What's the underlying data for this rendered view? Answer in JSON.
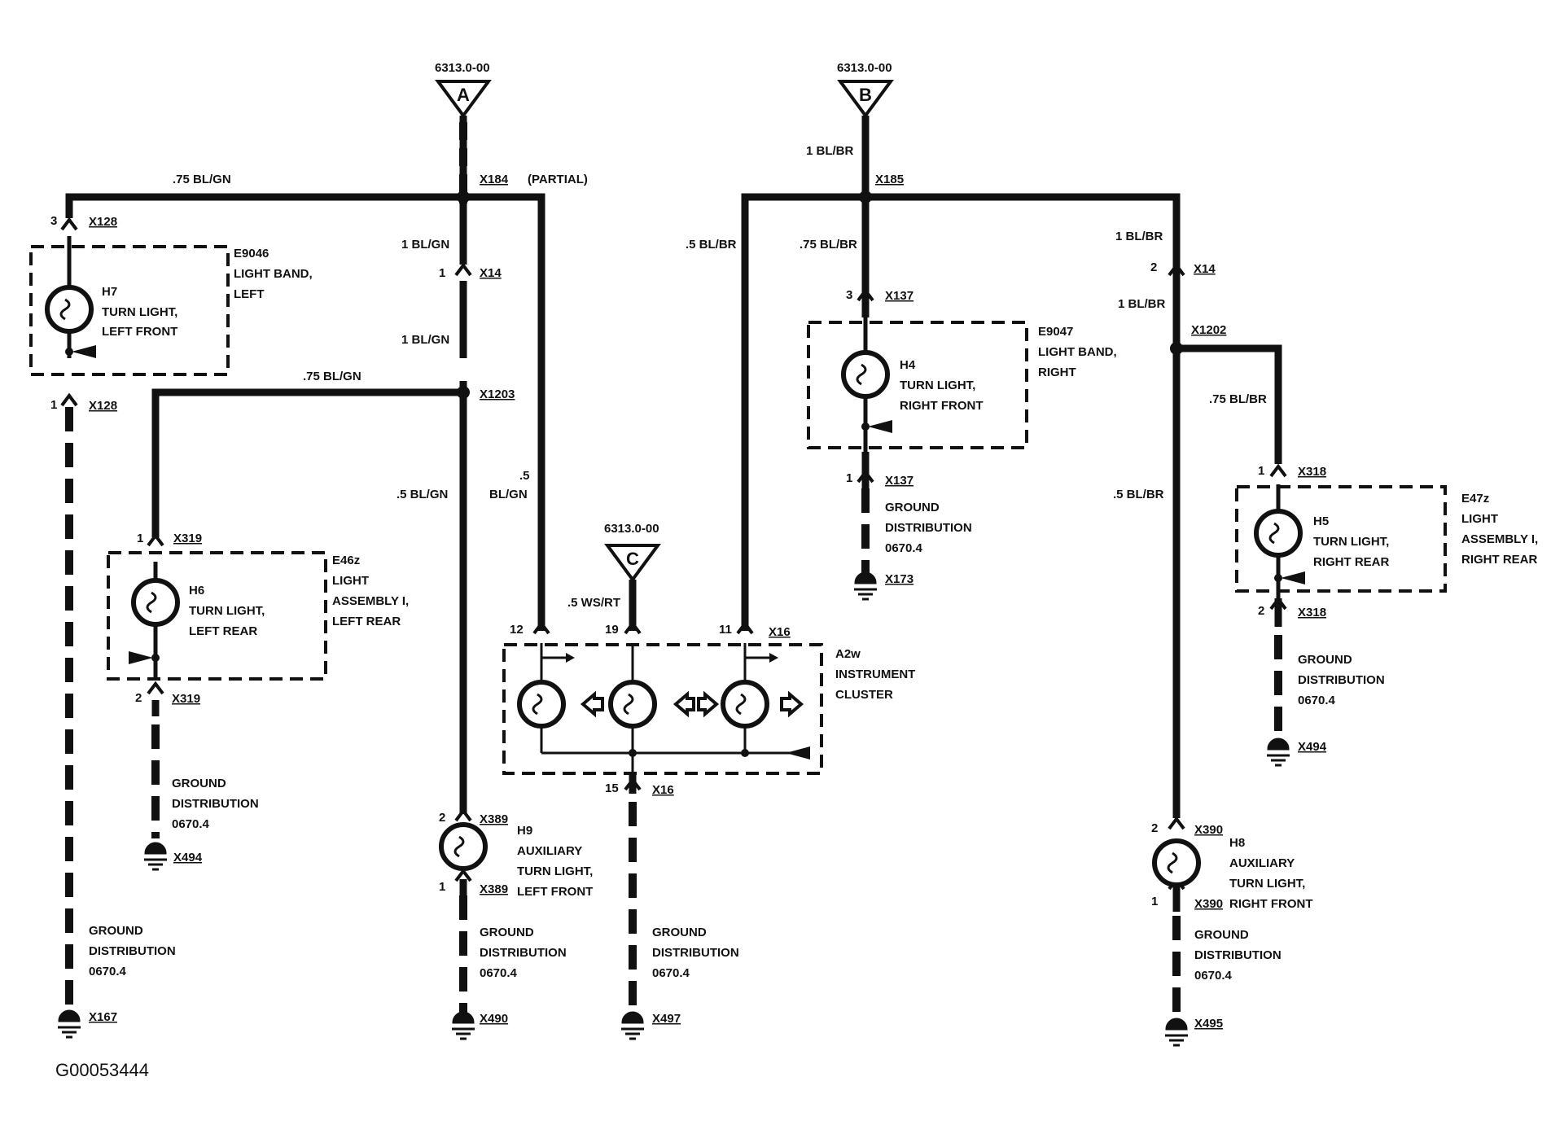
{
  "refs": {
    "a": {
      "code": "6313.0-00",
      "letter": "A"
    },
    "b": {
      "code": "6313.0-00",
      "letter": "B"
    },
    "c": {
      "code": "6313.0-00",
      "letter": "C"
    }
  },
  "wires": {
    "left_top": ".75 BL/GN",
    "a_main_upper": "1 BL/GN",
    "a_main_mid": "1 BL/GN",
    "left_rear": ".75 BL/GN",
    "a_main_lower": ".5 BL/GN",
    "a_to_cluster_top": ".5",
    "a_to_cluster_bot": "BL/GN",
    "b_top": "1 BL/BR",
    "b_to_cluster": ".5 BL/BR",
    "b_to_h4": ".75 BL/BR",
    "b_right_upper": "1 BL/BR",
    "b_right_mid": "1 BL/BR",
    "b_right_lower": ".5 BL/BR",
    "right_rear": ".75 BL/BR",
    "c_wire": ".5 WS/RT"
  },
  "connectors": {
    "x184": "X184",
    "partial": "(PARTIAL)",
    "x128_top": "X128",
    "x128_bot": "X128",
    "x14_left": "X14",
    "x14_right": "X14",
    "x1203": "X1203",
    "x319_top": "X319",
    "x319_bot": "X319",
    "x185": "X185",
    "x137_top": "X137",
    "x137_bot": "X137",
    "x1202": "X1202",
    "x318_top": "X318",
    "x318_bot": "X318",
    "x16_top": "X16",
    "x16_bot": "X16",
    "x389_top": "X389",
    "x389_bot": "X389",
    "x390_top": "X390",
    "x390_bot": "X390",
    "x167": "X167",
    "x494_left": "X494",
    "x490": "X490",
    "x497": "X497",
    "x173": "X173",
    "x494_right": "X494",
    "x495": "X495"
  },
  "pins": {
    "p3_x128": "3",
    "p1_x128": "1",
    "p1_x14": "1",
    "p2_x14": "2",
    "p1_x319": "1",
    "p2_x319": "2",
    "p3_x137": "3",
    "p1_x137": "1",
    "p1_x318": "1",
    "p2_x318": "2",
    "p12": "12",
    "p19": "19",
    "p11": "11",
    "p15": "15",
    "p2_x389": "2",
    "p1_x389": "1",
    "p2_x390": "2",
    "p1_x390": "1"
  },
  "components": {
    "e9046": {
      "code": "E9046",
      "l1": "LIGHT BAND,",
      "l2": "LEFT"
    },
    "h7": {
      "code": "H7",
      "l1": "TURN LIGHT,",
      "l2": "LEFT FRONT"
    },
    "e46z": {
      "code": "E46z",
      "l1": "LIGHT",
      "l2": "ASSEMBLY I,",
      "l3": "LEFT REAR"
    },
    "h6": {
      "code": "H6",
      "l1": "TURN LIGHT,",
      "l2": "LEFT REAR"
    },
    "e9047": {
      "code": "E9047",
      "l1": "LIGHT BAND,",
      "l2": "RIGHT"
    },
    "h4": {
      "code": "H4",
      "l1": "TURN LIGHT,",
      "l2": "RIGHT FRONT"
    },
    "e47z": {
      "code": "E47z",
      "l1": "LIGHT",
      "l2": "ASSEMBLY I,",
      "l3": "RIGHT REAR"
    },
    "h5": {
      "code": "H5",
      "l1": "TURN LIGHT,",
      "l2": "RIGHT REAR"
    },
    "a2w": {
      "code": "A2w",
      "l1": "INSTRUMENT",
      "l2": "CLUSTER"
    },
    "h9": {
      "code": "H9",
      "l1": "AUXILIARY",
      "l2": "TURN LIGHT,",
      "l3": "LEFT FRONT"
    },
    "h8": {
      "code": "H8",
      "l1": "AUXILIARY",
      "l2": "TURN LIGHT,",
      "l3": "RIGHT FRONT"
    }
  },
  "ground": {
    "l1": "GROUND",
    "l2": "DISTRIBUTION",
    "l3": "0670.4"
  },
  "figure_id": "G00053444"
}
